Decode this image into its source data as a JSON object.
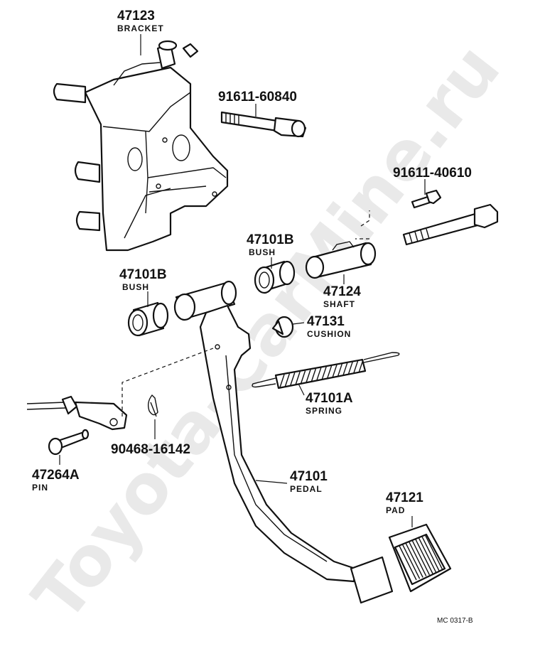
{
  "watermark": "Toyota-CarMine.ru",
  "figure_code": "MC 0317-B",
  "parts": {
    "bracket": {
      "number": "47123",
      "name": "BRACKET"
    },
    "bolt_large": {
      "number": "91611-60840",
      "name": ""
    },
    "bolt_small": {
      "number": "91611-40610",
      "name": ""
    },
    "bush_right": {
      "number": "47101B",
      "name": "BUSH"
    },
    "bush_left": {
      "number": "47101B",
      "name": "BUSH"
    },
    "shaft": {
      "number": "47124",
      "name": "SHAFT"
    },
    "cushion": {
      "number": "47131",
      "name": "CUSHION"
    },
    "spring": {
      "number": "47101A",
      "name": "SPRING"
    },
    "clip": {
      "number": "90468-16142",
      "name": ""
    },
    "pin": {
      "number": "47264A",
      "name": "PIN"
    },
    "pedal": {
      "number": "47101",
      "name": "PEDAL"
    },
    "pad": {
      "number": "47121",
      "name": "PAD"
    }
  }
}
